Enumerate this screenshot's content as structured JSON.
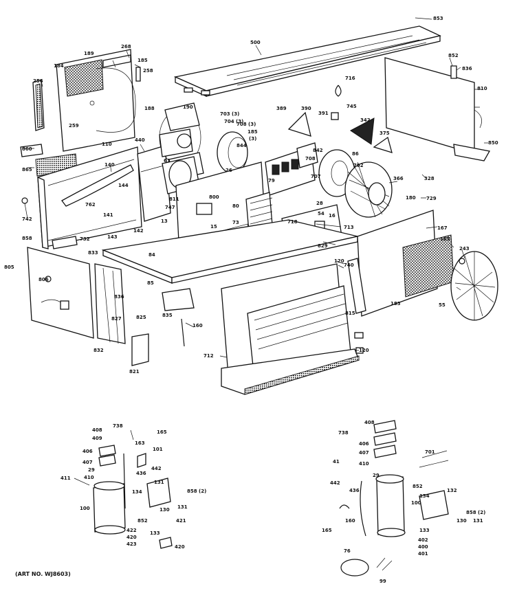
{
  "caption": "(ART NO. WJ8603)",
  "labels": [
    {
      "id": "853",
      "text": "853"
    },
    {
      "id": "500",
      "text": "500"
    },
    {
      "id": "189",
      "text": "189"
    },
    {
      "id": "268",
      "text": "268"
    },
    {
      "id": "185a",
      "text": "185"
    },
    {
      "id": "184",
      "text": "184"
    },
    {
      "id": "256",
      "text": "256"
    },
    {
      "id": "258",
      "text": "258"
    },
    {
      "id": "259",
      "text": "259"
    },
    {
      "id": "852",
      "text": "852"
    },
    {
      "id": "836",
      "text": "836"
    },
    {
      "id": "716",
      "text": "716"
    },
    {
      "id": "190",
      "text": "190"
    },
    {
      "id": "188",
      "text": "188"
    },
    {
      "id": "703",
      "text": "703 (3)"
    },
    {
      "id": "704",
      "text": "704 (3)"
    },
    {
      "id": "389",
      "text": "389"
    },
    {
      "id": "390",
      "text": "390"
    },
    {
      "id": "391",
      "text": "391"
    },
    {
      "id": "745",
      "text": "745"
    },
    {
      "id": "342",
      "text": "342"
    },
    {
      "id": "375",
      "text": "375"
    },
    {
      "id": "810",
      "text": "810"
    },
    {
      "id": "850",
      "text": "850"
    },
    {
      "id": "860",
      "text": "860"
    },
    {
      "id": "110",
      "text": "110"
    },
    {
      "id": "440",
      "text": "440"
    },
    {
      "id": "708",
      "text": "708 (3)"
    },
    {
      "id": "185b",
      "text": "185"
    },
    {
      "id": "185c",
      "text": "(3)"
    },
    {
      "id": "844",
      "text": "844"
    },
    {
      "id": "842",
      "text": "842"
    },
    {
      "id": "708b",
      "text": "708"
    },
    {
      "id": "86",
      "text": "86"
    },
    {
      "id": "702",
      "text": "702"
    },
    {
      "id": "865",
      "text": "865"
    },
    {
      "id": "140",
      "text": "140"
    },
    {
      "id": "61",
      "text": "61"
    },
    {
      "id": "26",
      "text": "26"
    },
    {
      "id": "707",
      "text": "707"
    },
    {
      "id": "366",
      "text": "366"
    },
    {
      "id": "328",
      "text": "328"
    },
    {
      "id": "144",
      "text": "144"
    },
    {
      "id": "811",
      "text": "811"
    },
    {
      "id": "79",
      "text": "79"
    },
    {
      "id": "729",
      "text": "729"
    },
    {
      "id": "742",
      "text": "742"
    },
    {
      "id": "762",
      "text": "762"
    },
    {
      "id": "141",
      "text": "141"
    },
    {
      "id": "747",
      "text": "747"
    },
    {
      "id": "13",
      "text": "13"
    },
    {
      "id": "800",
      "text": "800"
    },
    {
      "id": "80",
      "text": "80"
    },
    {
      "id": "28",
      "text": "28"
    },
    {
      "id": "180",
      "text": "180"
    },
    {
      "id": "54",
      "text": "54"
    },
    {
      "id": "16",
      "text": "16"
    },
    {
      "id": "713",
      "text": "713"
    },
    {
      "id": "142",
      "text": "142"
    },
    {
      "id": "15",
      "text": "15"
    },
    {
      "id": "73",
      "text": "73"
    },
    {
      "id": "718",
      "text": "718"
    },
    {
      "id": "167",
      "text": "167"
    },
    {
      "id": "143",
      "text": "143"
    },
    {
      "id": "858",
      "text": "858"
    },
    {
      "id": "732",
      "text": "732"
    },
    {
      "id": "833",
      "text": "833"
    },
    {
      "id": "84",
      "text": "84"
    },
    {
      "id": "829",
      "text": "829"
    },
    {
      "id": "165",
      "text": "165"
    },
    {
      "id": "243",
      "text": "243"
    },
    {
      "id": "120",
      "text": "120"
    },
    {
      "id": "740",
      "text": "740"
    },
    {
      "id": "805",
      "text": "805"
    },
    {
      "id": "806",
      "text": "806"
    },
    {
      "id": "85",
      "text": "85"
    },
    {
      "id": "836b",
      "text": "836"
    },
    {
      "id": "835",
      "text": "835"
    },
    {
      "id": "825",
      "text": "825"
    },
    {
      "id": "827",
      "text": "827"
    },
    {
      "id": "815",
      "text": "815"
    },
    {
      "id": "183",
      "text": "183"
    },
    {
      "id": "55",
      "text": "55"
    },
    {
      "id": "160",
      "text": "160"
    },
    {
      "id": "832",
      "text": "832"
    },
    {
      "id": "120b",
      "text": "120"
    },
    {
      "id": "712",
      "text": "712"
    },
    {
      "id": "821",
      "text": "821"
    },
    {
      "id": "408",
      "text": "408"
    },
    {
      "id": "738",
      "text": "738"
    },
    {
      "id": "409",
      "text": "409"
    },
    {
      "id": "163",
      "text": "163"
    },
    {
      "id": "165b",
      "text": "165"
    },
    {
      "id": "406",
      "text": "406"
    },
    {
      "id": "101",
      "text": "101"
    },
    {
      "id": "407",
      "text": "407"
    },
    {
      "id": "442",
      "text": "442"
    },
    {
      "id": "29",
      "text": "29"
    },
    {
      "id": "410",
      "text": "410"
    },
    {
      "id": "436",
      "text": "436"
    },
    {
      "id": "411",
      "text": "411"
    },
    {
      "id": "131",
      "text": "131"
    },
    {
      "id": "858b",
      "text": "858 (2)"
    },
    {
      "id": "134",
      "text": "134"
    },
    {
      "id": "100",
      "text": "100"
    },
    {
      "id": "852b",
      "text": "852"
    },
    {
      "id": "130",
      "text": "130"
    },
    {
      "id": "131b",
      "text": "131"
    },
    {
      "id": "422",
      "text": "422"
    },
    {
      "id": "133",
      "text": "133"
    },
    {
      "id": "421",
      "text": "421"
    },
    {
      "id": "420",
      "text": "420"
    },
    {
      "id": "423",
      "text": "423"
    },
    {
      "id": "420b",
      "text": "420"
    },
    {
      "id": "408b",
      "text": "408"
    },
    {
      "id": "738b",
      "text": "738"
    },
    {
      "id": "406b",
      "text": "406"
    },
    {
      "id": "407b",
      "text": "407"
    },
    {
      "id": "41",
      "text": "41"
    },
    {
      "id": "410b",
      "text": "410"
    },
    {
      "id": "701",
      "text": "701"
    },
    {
      "id": "442b",
      "text": "442"
    },
    {
      "id": "29b",
      "text": "29"
    },
    {
      "id": "852c",
      "text": "852"
    },
    {
      "id": "436b",
      "text": "436"
    },
    {
      "id": "132",
      "text": "132"
    },
    {
      "id": "134b",
      "text": "134"
    },
    {
      "id": "100b",
      "text": "100"
    },
    {
      "id": "858c",
      "text": "858 (2)"
    },
    {
      "id": "160b",
      "text": "160"
    },
    {
      "id": "130b",
      "text": "130"
    },
    {
      "id": "131c",
      "text": "131"
    },
    {
      "id": "165c",
      "text": "165"
    },
    {
      "id": "133b",
      "text": "133"
    },
    {
      "id": "402",
      "text": "402"
    },
    {
      "id": "400",
      "text": "400"
    },
    {
      "id": "401",
      "text": "401"
    },
    {
      "id": "76",
      "text": "76"
    },
    {
      "id": "99",
      "text": "99"
    }
  ]
}
